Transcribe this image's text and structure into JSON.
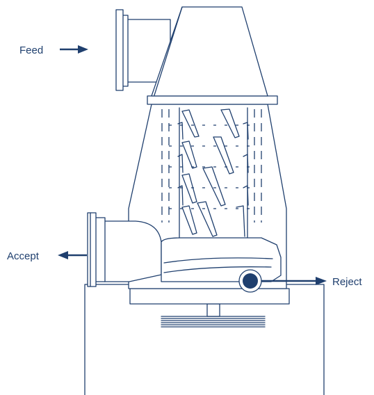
{
  "labels": {
    "feed": "Feed",
    "accept": "Accept",
    "reject": "Reject"
  },
  "colors": {
    "line": "#1f3f6e",
    "background": "#ffffff"
  }
}
